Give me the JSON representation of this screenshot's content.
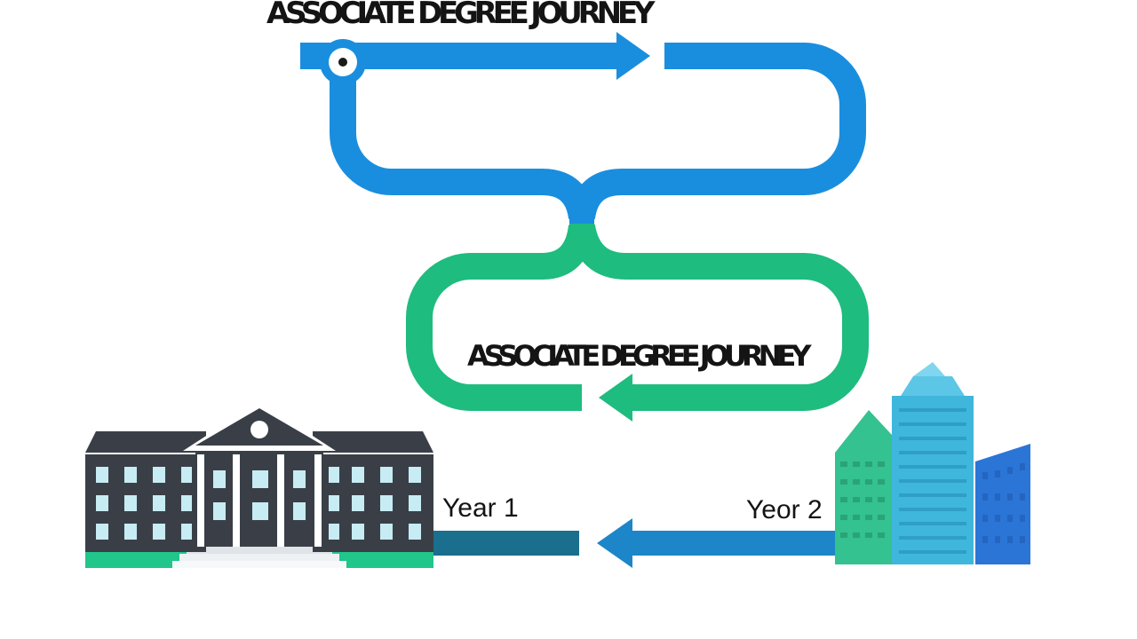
{
  "title_top": "ASSOCIATE DEGREE JOURNEY",
  "title_mid": "ASSOCIATE DEGREE JOURNEY",
  "year1_label": "Year 1",
  "year2_label": "Yeor 2",
  "colors": {
    "blue_path": "#1a8ede",
    "green_path": "#1ebc7e",
    "bottom_path_left": "#1a6f8e",
    "bottom_path_right": "#1c86c8",
    "building_dark": "#3a3f47",
    "window_light": "#c7ecf3",
    "base_green": "#20c68a",
    "tower_cyan": "#3fb6dc",
    "tower_green": "#33c290",
    "tower_blue": "#2b75d6"
  },
  "icons": [
    "start-marker-icon",
    "college-building-icon",
    "city-skyline-icon"
  ]
}
